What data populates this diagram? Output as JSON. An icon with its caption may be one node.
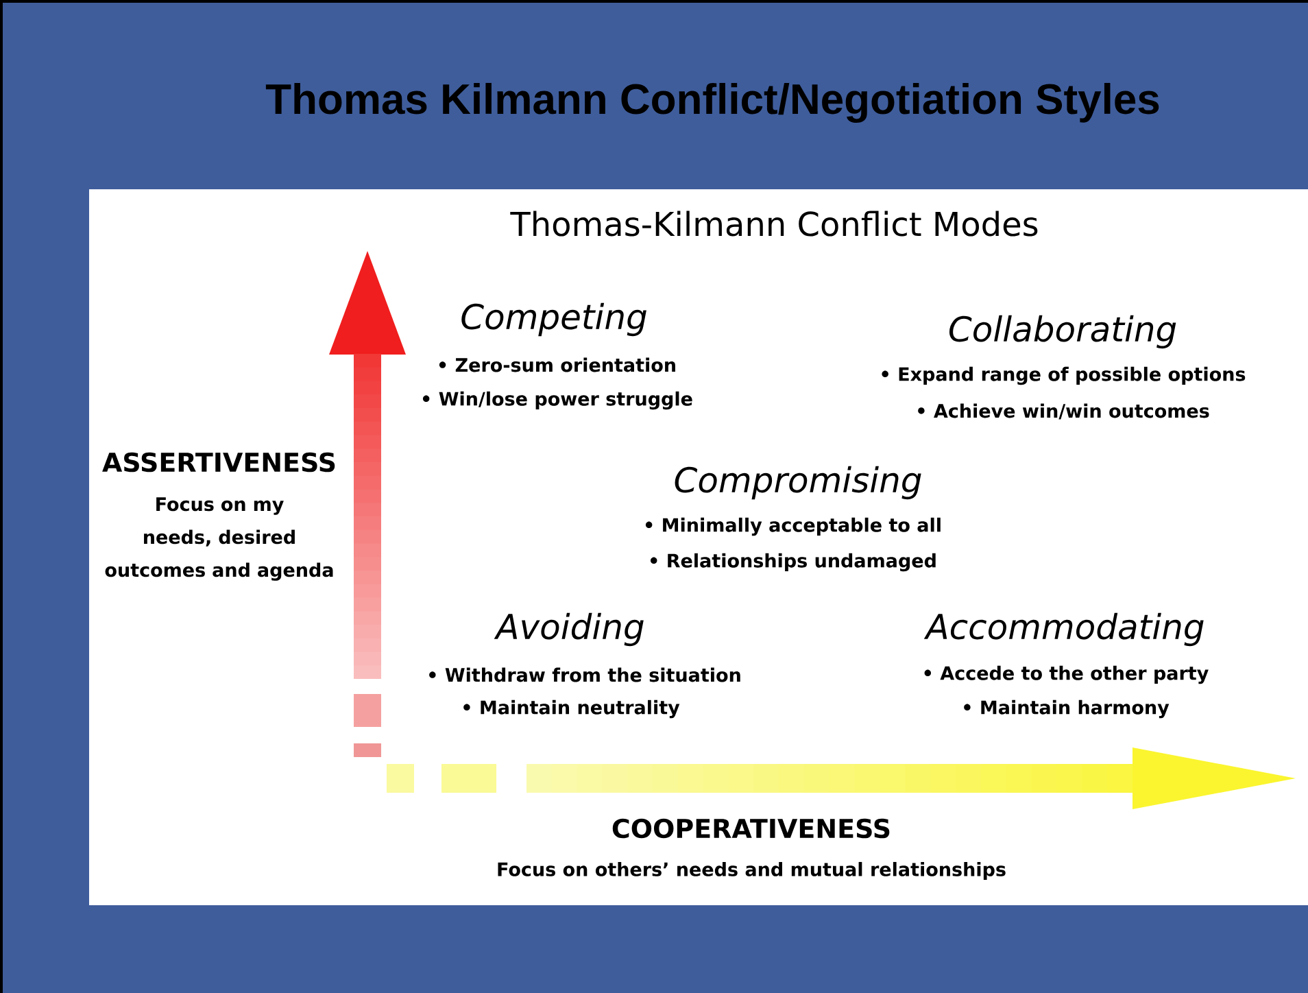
{
  "diagram": {
    "title": "Thomas Kilmann Conflict/Negotiation Styles",
    "labels": [
      "Thomas-Kilmann Conflict Modes",
      "Competing",
      "• Zero-sum orientation",
      "• Win/lose power struggle",
      "Collaborating",
      "• Expand range of possible options",
      "• Achieve win/win outcomes",
      "ASSERTIVENESS",
      "Focus on my needs, desired outcomes and agenda",
      "Compromising",
      "• Minimally acceptable to all",
      "• Relationships undamaged",
      "Avoiding",
      "• Withdraw from the situation",
      "• Maintain neutrality",
      "Accommodating",
      "• Accede to the other party",
      "• Maintain harmony",
      "COOPERATIVENESS",
      "Focus on others’ needs and mutual relationships"
    ]
  }
}
